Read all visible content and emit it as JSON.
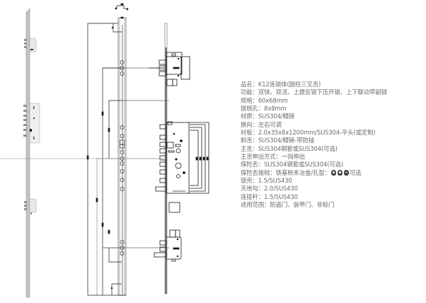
{
  "product": {
    "specs": [
      {
        "label": "品名：",
        "value": "K12连锁体(圆柱三叉舌)"
      },
      {
        "label": "功能：",
        "value": "双快、双活、上提反锁下压开锁、上下联动带副锁"
      },
      {
        "label": "规格：",
        "value": "60x68mm"
      },
      {
        "label": "拨桃孔：",
        "value": "8x8mm"
      },
      {
        "label": "材质：",
        "value": "SUS304/精铸"
      },
      {
        "label": "换向：",
        "value": "左右可调"
      },
      {
        "label": "衬板：",
        "value": "2.0x35x8x1200mm/SUS304-平头(或定制)"
      },
      {
        "label": "斜舌：",
        "value": "SUS304/精铸-带防插"
      },
      {
        "label": "主舌：",
        "value": "SUS304钢套或SUS304(可选)"
      },
      {
        "label": "主舌伸出方式：",
        "value": "一挡伸出"
      },
      {
        "label": "保险舌：",
        "value": "SUS304钢套或SUS304(可选)"
      },
      {
        "label": "保险舌拨桃：",
        "value": "铁基粉末冶金/孔型：",
        "icons": [
          "round-hole-icon",
          "square-hole-icon",
          "cross-hole-icon"
        ],
        "suffix": "可选"
      },
      {
        "label": "锁壳：",
        "value": "1.5/SUS430"
      },
      {
        "label": "天地勾：",
        "value": "2.0/SUS430"
      },
      {
        "label": "连接杆：",
        "value": "1.5/SUS430"
      },
      {
        "label": "适用范围：",
        "value": "防盗门、装甲门、非标门"
      }
    ]
  },
  "colors": {
    "line": "#1a1a1a",
    "gray_line": "#8a8a8a",
    "photo_bar": "#b9bcbf",
    "photo_body": "#e4e6e8",
    "text": "#6b6b6b"
  }
}
